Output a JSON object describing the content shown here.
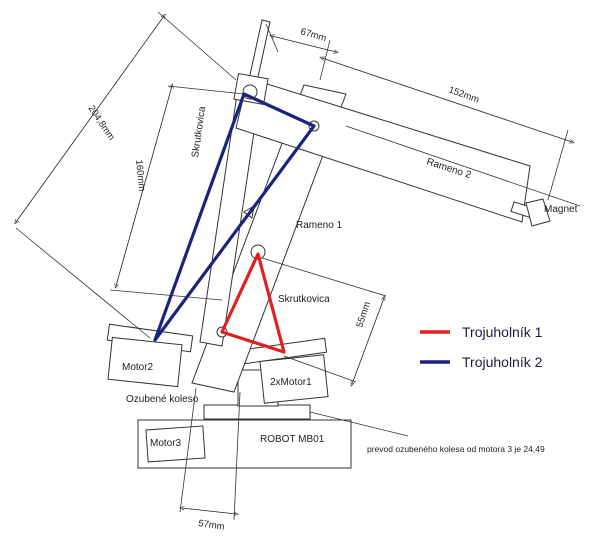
{
  "dimensions": {
    "d67": "67mm",
    "d152": "152mm",
    "d204": "204,8mm",
    "d160": "160mm",
    "d55": "55mm",
    "d57": "57mm"
  },
  "labels": {
    "rameno2": "Rameno 2",
    "rameno1": "Rameno 1",
    "magnet": "Magnet",
    "skrutkovica_top": "Skrutkovica",
    "skrutkovica_bottom": "Skrutkovica",
    "motor2": "Motor2",
    "motor1": "2xMotor1",
    "motor3": "Motor3",
    "ozubene": "Ozubené koleso",
    "robot": "ROBOT MB01",
    "prevod": "prevod ozubeného kolesa od motora 3 je 24,49"
  },
  "legend": [
    {
      "label": "Trojuholník 1",
      "color": "#e02020"
    },
    {
      "label": "Trojuholník 2",
      "color": "#1c237a"
    }
  ],
  "colors": {
    "triangle1": "#e02020",
    "triangle2": "#1c237a"
  }
}
